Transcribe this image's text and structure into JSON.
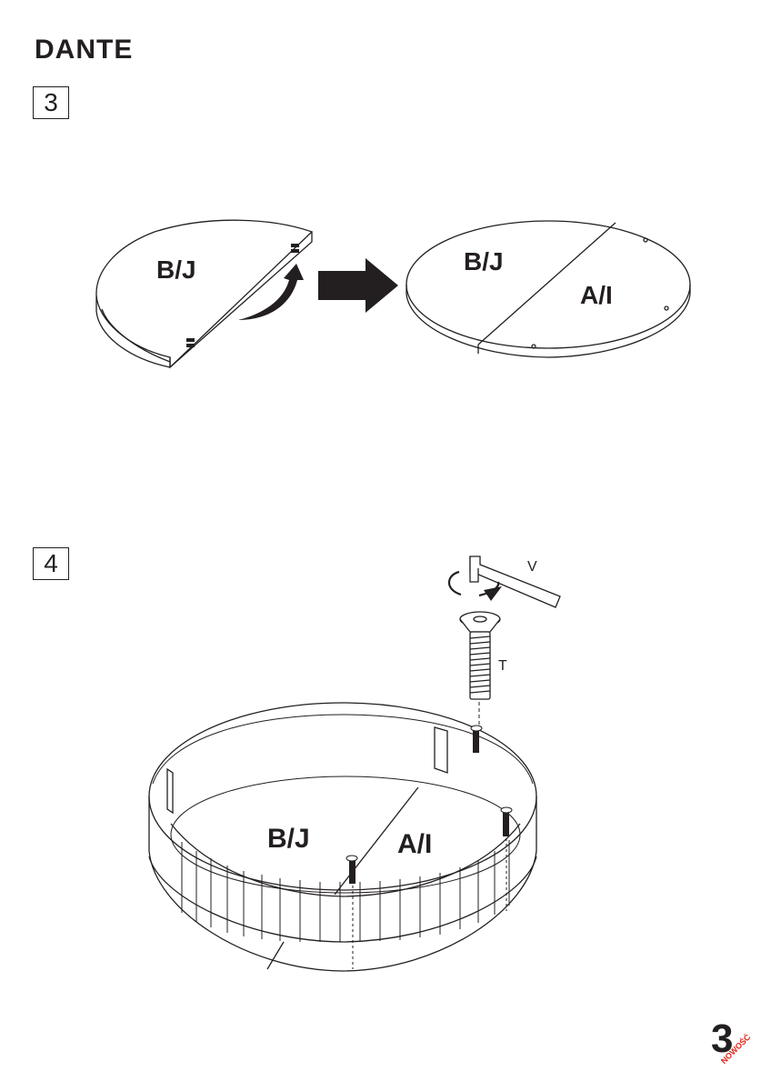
{
  "header": {
    "title": "DANTE"
  },
  "steps": [
    {
      "number": "3"
    },
    {
      "number": "4"
    }
  ],
  "step3": {
    "half_label": "B/J",
    "full_left_label": "B/J",
    "full_right_label": "A/I"
  },
  "step4": {
    "left_label": "B/J",
    "right_label": "A/I",
    "wrench_label": "V",
    "screw_label": "T"
  },
  "footer": {
    "page_number": "3",
    "brand_badge": "NOWOŚĆ"
  },
  "colors": {
    "ink": "#231f20",
    "badge": "#e2231a"
  }
}
